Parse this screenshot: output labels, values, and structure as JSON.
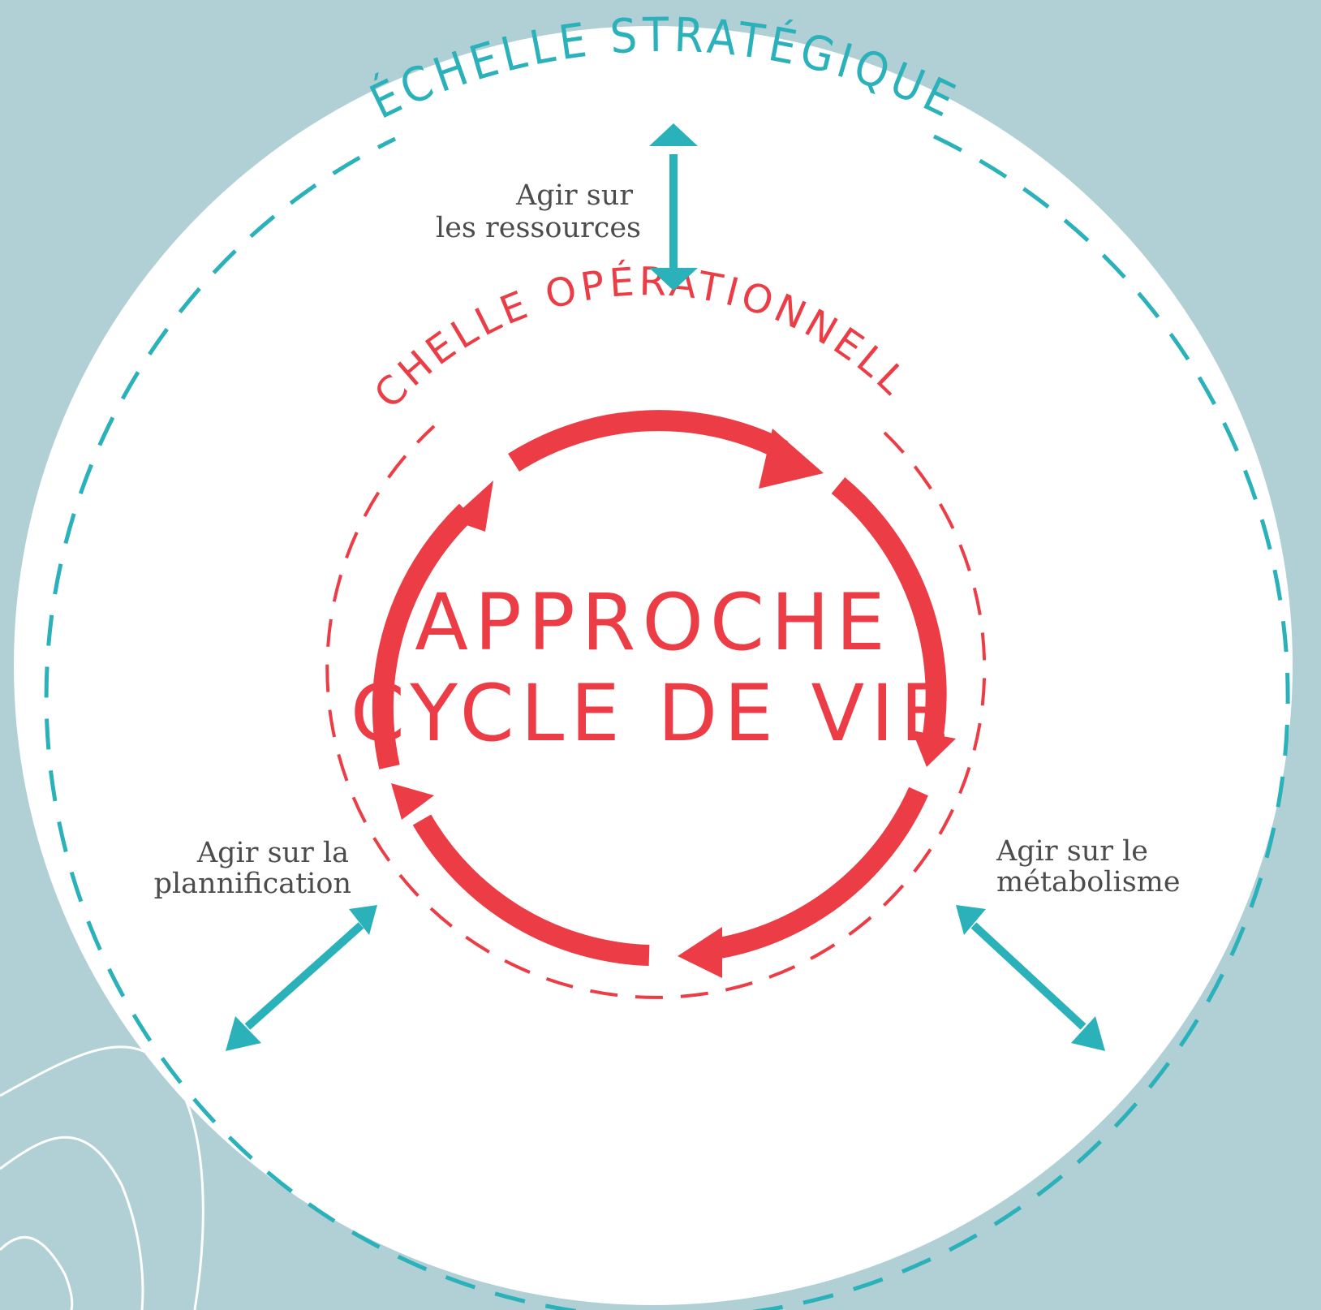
{
  "colors": {
    "background": "#b1d0d6",
    "circle": "#ffffff",
    "teal": "#2bb1b9",
    "red": "#ec3c45",
    "label_text": "#4c4c4c"
  },
  "diagram": {
    "outer_ring_title": "ÉCHELLE STRATÉGIQUE",
    "inner_ring_title": "ÉCHELLE OPÉRATIONNELLE",
    "center_title": {
      "line1": "APPROCHE",
      "line2": "CYCLE DE VIE"
    },
    "actions": {
      "top": {
        "line1": "Agir sur",
        "line2": "les ressources"
      },
      "left": {
        "line1": "Agir sur la",
        "line2": "plannification"
      },
      "right": {
        "line1": "Agir sur le",
        "line2": "métabolisme"
      }
    }
  }
}
